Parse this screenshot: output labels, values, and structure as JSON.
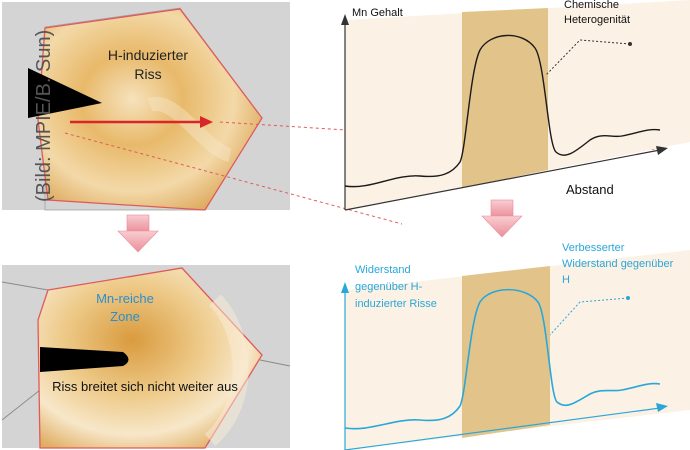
{
  "credit": "(Bild: MPIE/B. Sun)",
  "top_panel": {
    "crack_label_line1": "H-induzierter",
    "crack_label_line2": "Riss"
  },
  "bottom_panel": {
    "zone_label_line1": "Mn-reiche",
    "zone_label_line2": "Zone",
    "crack_stop_label": "Riss breitet sich nicht weiter aus"
  },
  "top_chart": {
    "y_axis_label": "Mn Gehalt",
    "x_axis_label": "Abstand",
    "annotation_line1": "Chemische",
    "annotation_line2": "Heterogenität"
  },
  "bottom_chart": {
    "y_label_line1": "Widerstand",
    "y_label_line2": "gegenüber H-",
    "y_label_line3": "induzierter Risse",
    "annotation_line1": "Verbesserter",
    "annotation_line2": "Widerstand gegenüber",
    "annotation_line3": "H"
  },
  "colors": {
    "grain_fill": "#e8b45e",
    "grain_edge": "#e05a5a",
    "matrix_gray": "#d4d4d4",
    "band_fill": "#e2c48a",
    "chart_bg": "#fbf1e4",
    "blue": "#2aa7d9",
    "red_arrow": "#d8262a",
    "pink_arrow": "#f1a0a8"
  }
}
